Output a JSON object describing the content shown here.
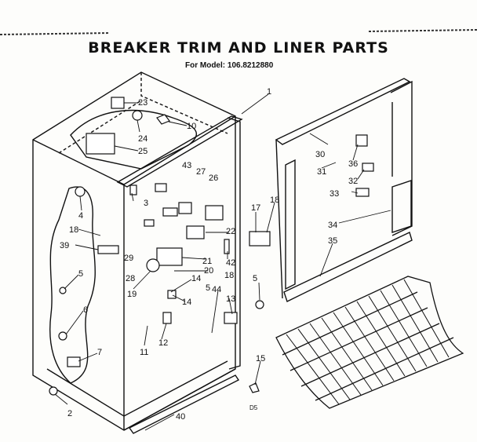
{
  "title": "BREAKER TRIM AND LINER PARTS",
  "subtitle": "For Model: 106.8212880",
  "footer_code": "D5",
  "colors": {
    "ink": "#111111",
    "paper": "#fdfdfb"
  },
  "callouts": [
    "1",
    "2",
    "3",
    "4",
    "5",
    "5",
    "5",
    "6",
    "7",
    "10",
    "11",
    "12",
    "13",
    "14",
    "14",
    "15",
    "17",
    "18",
    "18",
    "18",
    "19",
    "20",
    "21",
    "22",
    "23",
    "24",
    "25",
    "26",
    "27",
    "28",
    "29",
    "30",
    "31",
    "32",
    "33",
    "34",
    "35",
    "36",
    "39",
    "40",
    "42",
    "43",
    "44"
  ]
}
